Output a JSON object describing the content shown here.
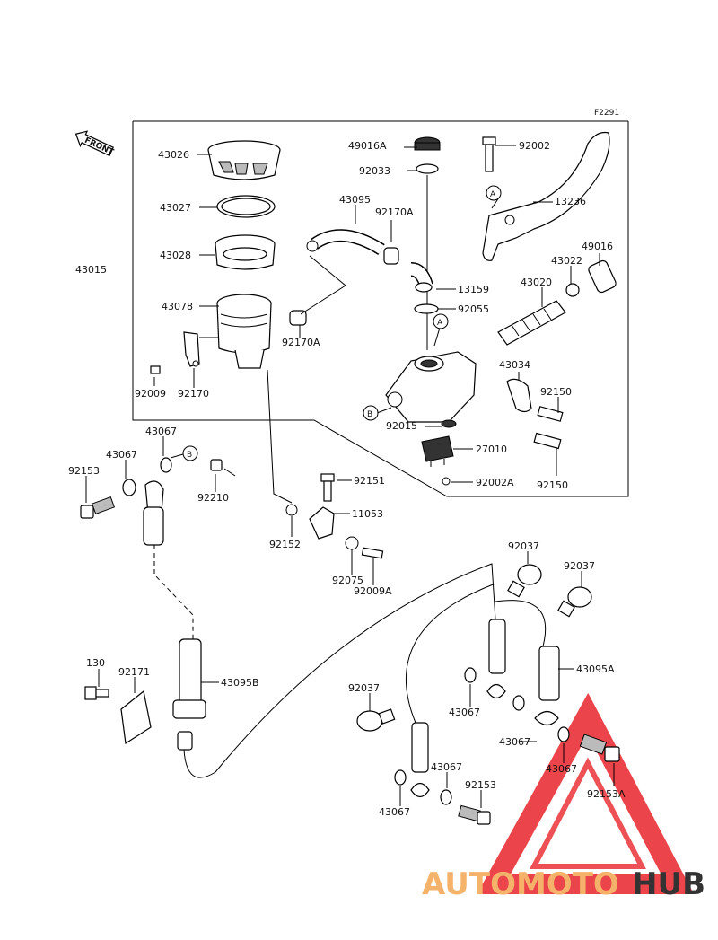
{
  "figure_code": "F2291",
  "front_label": "FRONT",
  "watermark": {
    "brand_a": "AUTOMOTO",
    "brand_b": "HUB",
    "color_a": "#f5b26a",
    "color_b": "#333333",
    "triangle_color": "#e8252b"
  },
  "ref_markers": {
    "a1": "A",
    "a2": "A",
    "b1": "B",
    "b2": "B"
  },
  "labels": {
    "p43026": "43026",
    "p43027": "43027",
    "p43028": "43028",
    "p43078": "43078",
    "p43015": "43015",
    "p92009": "92009",
    "p92170": "92170",
    "p92170A_a": "92170A",
    "p92170A_b": "92170A",
    "p43095": "43095",
    "p49016A": "49016A",
    "p92033": "92033",
    "p92002": "92002",
    "p13236": "13236",
    "p49016": "49016",
    "p43022": "43022",
    "p43020": "43020",
    "p13159": "13159",
    "p92055": "92055",
    "p43034": "43034",
    "p92150_a": "92150",
    "p92150_b": "92150",
    "p92015": "92015",
    "p27010": "27010",
    "p92002A": "92002A",
    "p43067_a": "43067",
    "p43067_b": "43067",
    "p92153_a": "92153",
    "p92210": "92210",
    "p92151": "92151",
    "p11053": "11053",
    "p92152": "92152",
    "p92075": "92075",
    "p92009A": "92009A",
    "p92037_a": "92037",
    "p92037_b": "92037",
    "p92037_c": "92037",
    "p130": "130",
    "p92171": "92171",
    "p43095B": "43095B",
    "p43095A": "43095A",
    "p43067_c": "43067",
    "p43067_d": "43067",
    "p43067_e": "43067",
    "p43067_f": "43067",
    "p43067_g": "43067",
    "p92153_b": "92153",
    "p92153A": "92153A"
  }
}
